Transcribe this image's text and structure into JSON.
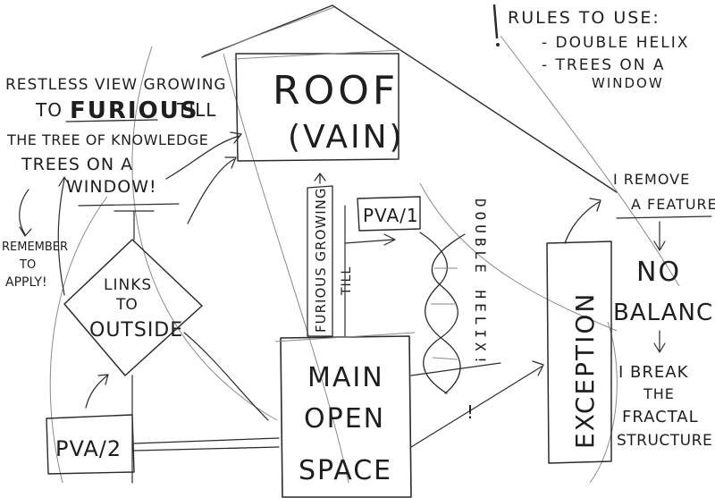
{
  "colors": {
    "ink": "#2b2b2b",
    "paper": "#ffffff"
  },
  "rules": {
    "title": "RULES TO USE:",
    "item1": "- DOUBLE HELIX",
    "item2a": "- TREES ON A",
    "item2b": "WINDOW"
  },
  "roof": {
    "line1": "ROOF",
    "line2": "(VAIN)"
  },
  "left_note": {
    "line1": "RESTLESS VIEW GROWING",
    "line2a": "TO",
    "line2b": "FURIOUS",
    "line2c": "TILL",
    "line3": "THE TREE OF KNOWLEDGE",
    "line4a": "TREES ON A",
    "line4b": "WINDOW!"
  },
  "remember": {
    "line1": "REMEMBER",
    "line2": "TO",
    "line3": "APPLY!"
  },
  "diamond": {
    "line1": "LINKS",
    "line2": "TO",
    "line3": "OUTSIDE"
  },
  "pva12": "PVA/2",
  "pva11": "PVA/1",
  "furious_growing": "FURIOUS GROWING",
  "till": "TILL",
  "double_helix": "DOUBLE HELIX!",
  "main": {
    "line1": "MAIN",
    "line2": "OPEN",
    "line3": "SPACE"
  },
  "exception": "EXCEPTION",
  "right_note": {
    "line1": "I REMOVE",
    "line2": "A FEATURE",
    "line3": "NO",
    "line4": "BALANCE!",
    "line5": "I BREAK",
    "line6": "THE",
    "line7": "FRACTAL",
    "line8": "STRUCTURE"
  },
  "exclamation": "!"
}
